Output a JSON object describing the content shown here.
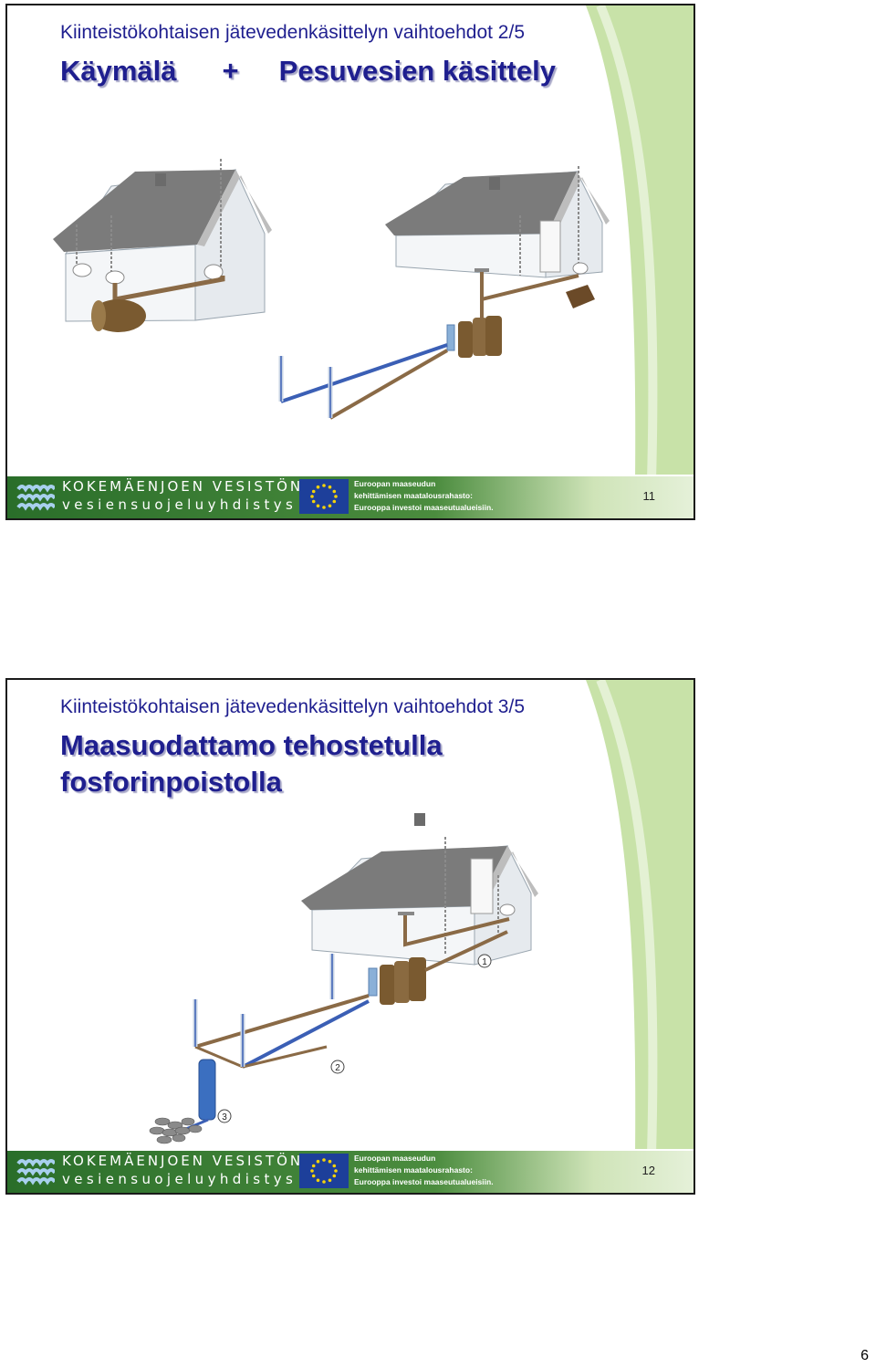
{
  "slides": [
    {
      "subtitle": "Kiinteistökohtaisen jätevedenkäsittelyn vaihtoehdot 2/5",
      "title_part1": "Käymälä",
      "title_plus": "+",
      "title_part2": "Pesuvesien käsittely",
      "slide_number": "11"
    },
    {
      "subtitle": "Kiinteistökohtaisen jätevedenkäsittelyn vaihtoehdot 3/5",
      "title_line1": "Maasuodattamo tehostetulla",
      "title_line2": "fosforinpoistolla",
      "callouts": [
        "1",
        "2",
        "3"
      ],
      "slide_number": "12"
    }
  ],
  "footer": {
    "org_line1": "KOKEMÄENJOEN VESISTÖN",
    "org_line2": "vesiensuojeluyhdistys ry",
    "eu_line1": "Euroopan maaseudun",
    "eu_line2": "kehittämisen maatalousrahasto:",
    "eu_line3": "Eurooppa investoi maaseutualueisiin."
  },
  "page_number": "6",
  "colors": {
    "title_blue": "#1f1f8f",
    "footer_green": "#2e7a2e",
    "deco_green": "#c8e2a8",
    "roof_gray": "#7b7b7b",
    "pipe_blue": "#3b5fb5",
    "pipe_brown": "#8a6a46",
    "tank_brown": "#7a5a30"
  }
}
